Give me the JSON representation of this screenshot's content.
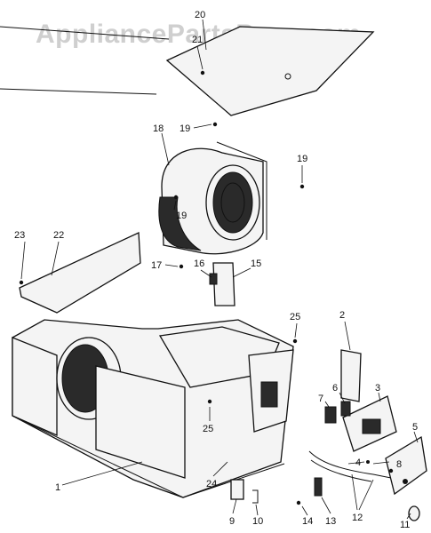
{
  "watermark": "AppliancePartsPros.com",
  "callouts": {
    "c1": "1",
    "c2": "2",
    "c3": "3",
    "c4": "4",
    "c5": "5",
    "c6": "6",
    "c7": "7",
    "c8": "8",
    "c9": "9",
    "c10": "10",
    "c11": "11",
    "c12": "12",
    "c13": "13",
    "c14": "14",
    "c15": "15",
    "c16": "16",
    "c17": "17",
    "c18": "18",
    "c19a": "19",
    "c19b": "19",
    "c19c": "19",
    "c20": "20",
    "c21": "21",
    "c22": "22",
    "c23": "23",
    "c24": "24",
    "c25a": "25",
    "c25b": "25"
  }
}
